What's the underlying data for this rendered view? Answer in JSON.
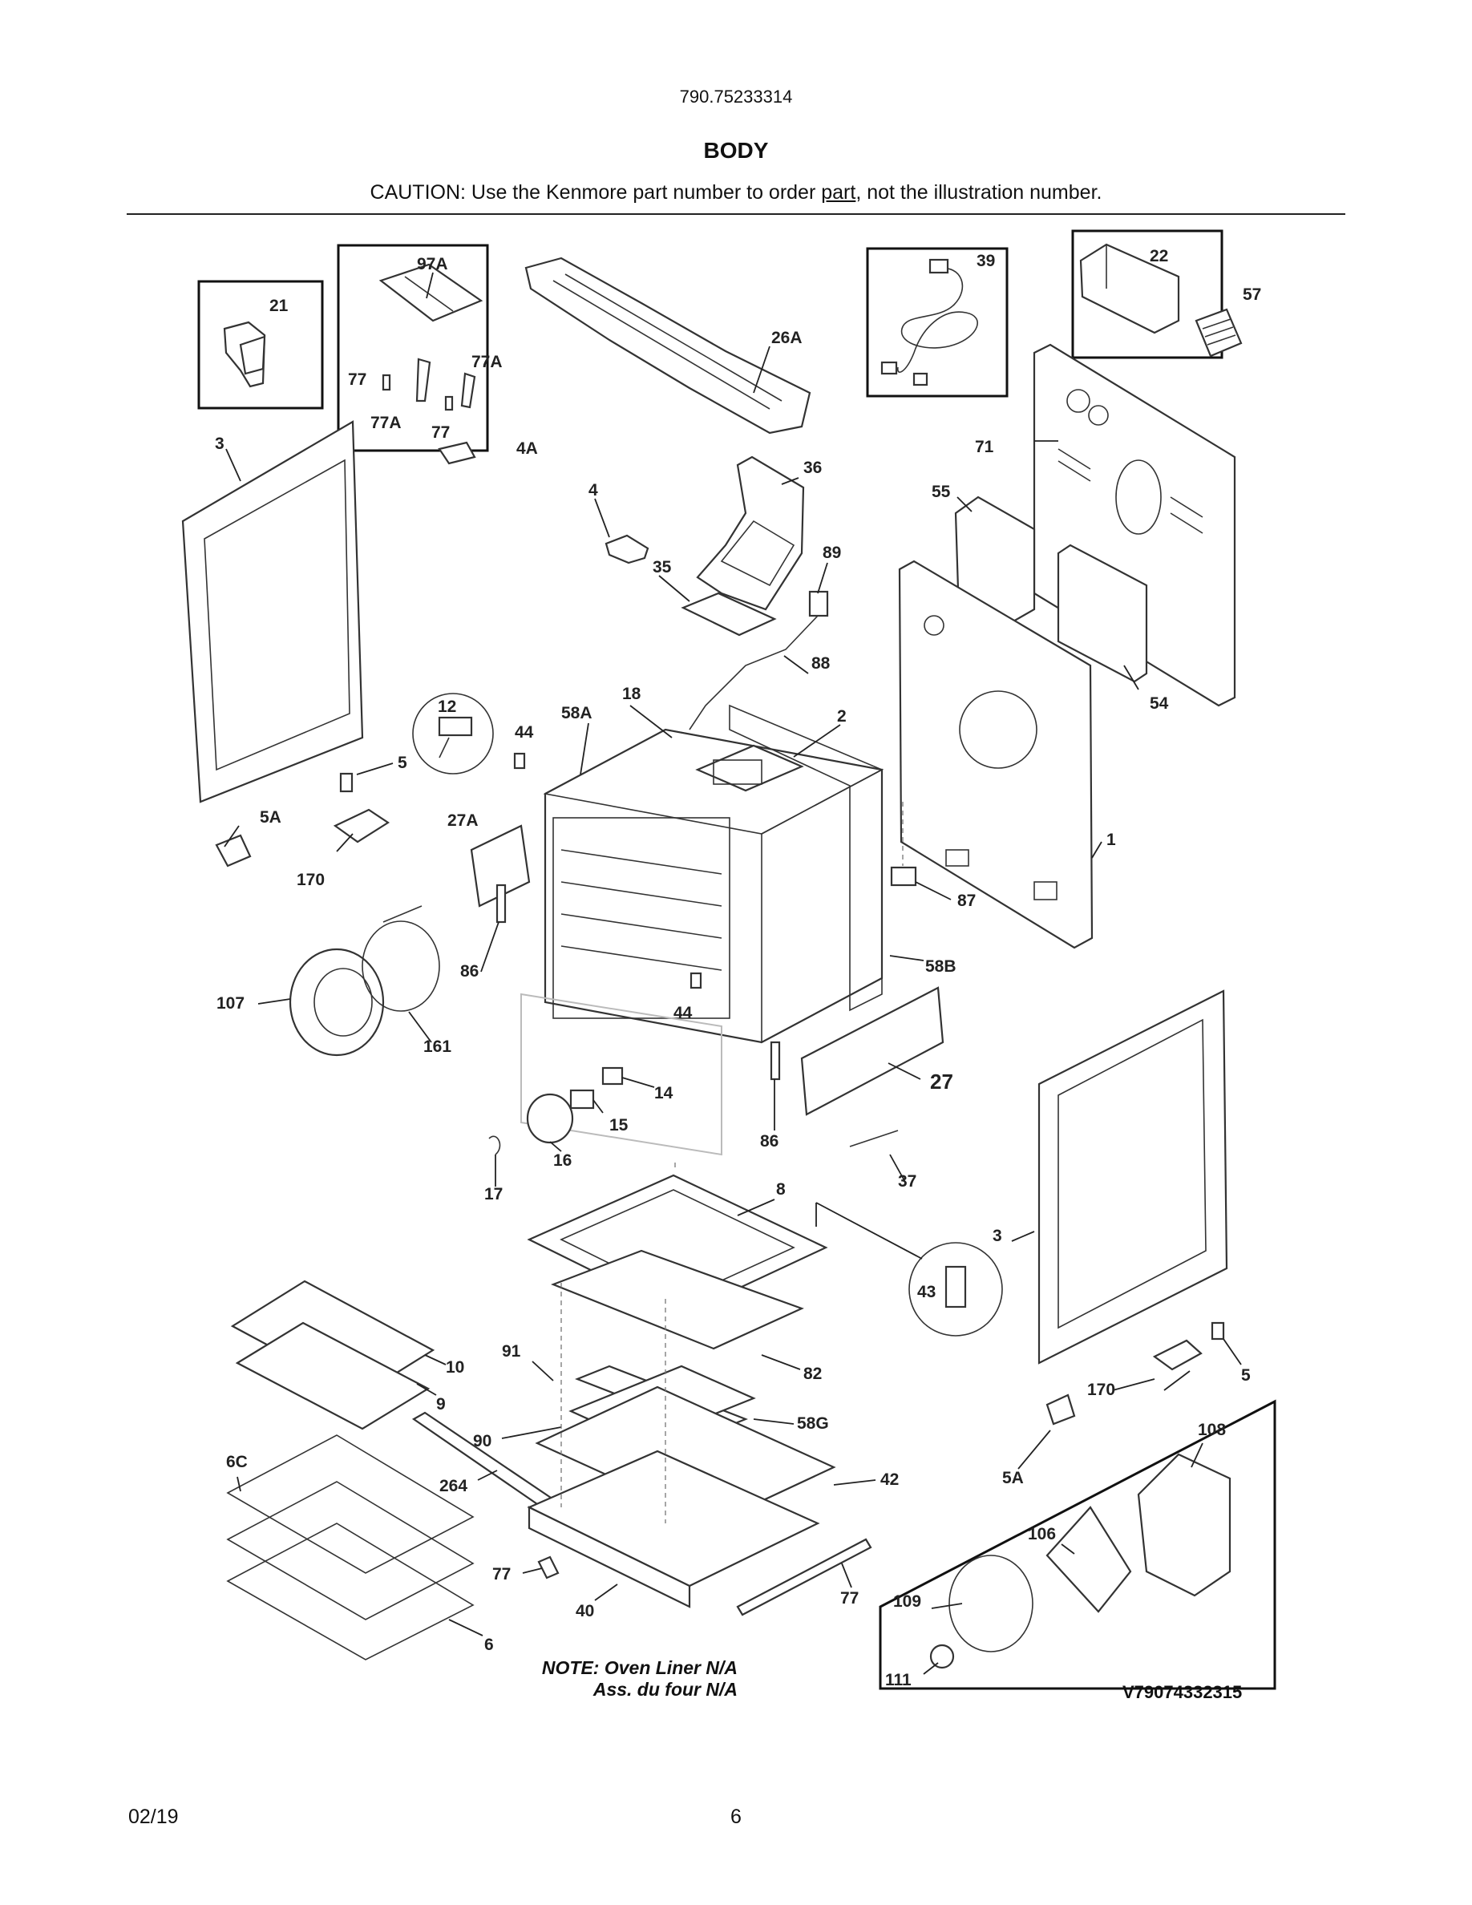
{
  "header": {
    "model_number": "790.75233314",
    "section_title": "BODY",
    "caution_prefix": "CAUTION: Use the Kenmore part number to order ",
    "caution_link": "part",
    "caution_suffix": ", not the illustration number."
  },
  "callouts": [
    "97A",
    "21",
    "26A",
    "39",
    "22",
    "57",
    "77",
    "77A",
    "77A",
    "77",
    "4A",
    "3",
    "71",
    "36",
    "4",
    "55",
    "89",
    "35",
    "88",
    "12",
    "18",
    "58A",
    "2",
    "44",
    "5",
    "54",
    "27A",
    "5A",
    "1",
    "170",
    "87",
    "86",
    "58B",
    "107",
    "44",
    "161",
    "27",
    "14",
    "15",
    "86",
    "16",
    "37",
    "17",
    "8",
    "3",
    "43",
    "91",
    "10",
    "82",
    "9",
    "58G",
    "90",
    "170",
    "5",
    "108",
    "42",
    "264",
    "6C",
    "5A",
    "106",
    "77",
    "40",
    "77",
    "109",
    "6",
    "111"
  ],
  "notes": {
    "line1": "NOTE: Oven Liner N/A",
    "line2": "Ass. du four N/A"
  },
  "diagram_reference": "V79074332315",
  "footer": {
    "date": "02/19",
    "page_number": "6"
  }
}
